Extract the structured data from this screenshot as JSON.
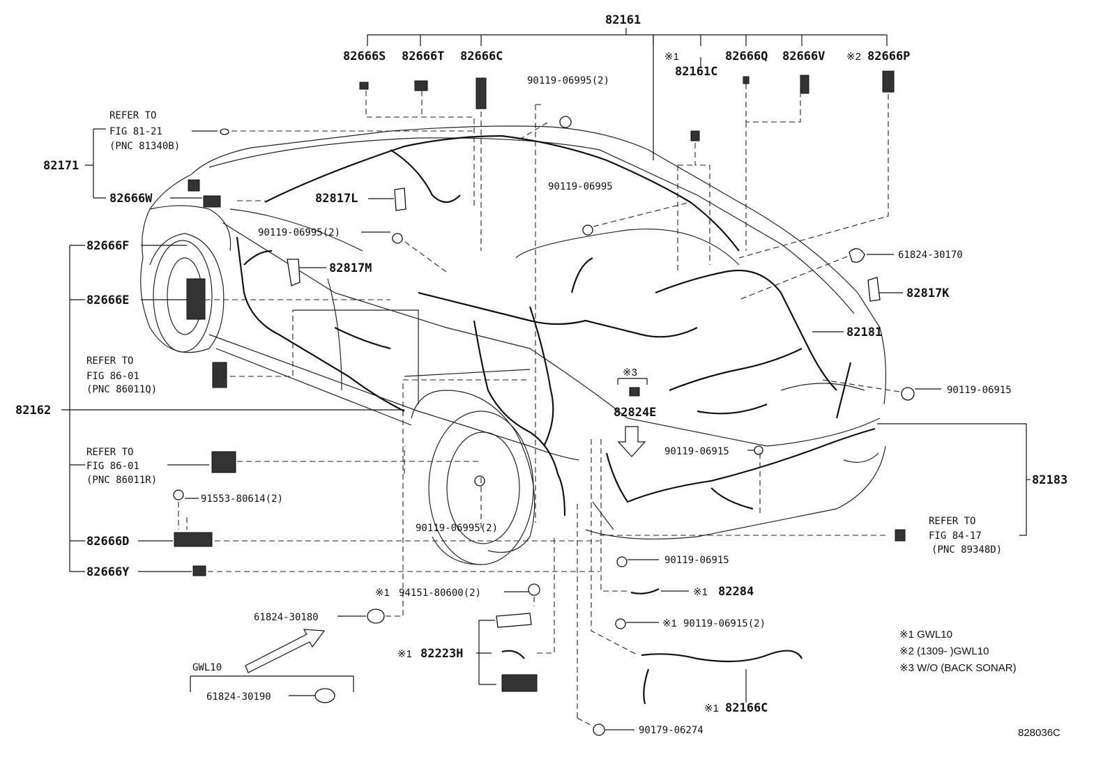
{
  "labels": {
    "p82161": "82161",
    "p82666S": "82666S",
    "p82666T": "82666T",
    "p82666C": "82666C",
    "p82666Q": "82666Q",
    "p82666V": "82666V",
    "mark2_82666P": "※2",
    "p82666P": "82666P",
    "mark1_82161C": "※1",
    "p82161C": "82161C",
    "b90119_06995_2_top": "90119-06995(2)",
    "b90119_06995_mid": "90119-06995",
    "b90119_06995_2_left": "90119-06995(2)",
    "b90119_06995_2_bottom": "90119-06995(2)",
    "refer1_line1": "REFER TO",
    "refer1_line2": "FIG 81-21",
    "refer1_line3": "(PNC 81340B)",
    "p82171": "82171",
    "p82666W": "82666W",
    "p82817L": "82817L",
    "p82666F": "82666F",
    "p82817M": "82817M",
    "p82666E": "82666E",
    "refer2_line1": "REFER TO",
    "refer2_line2": "FIG 86-01",
    "refer2_line3": "(PNC 86011Q)",
    "p82162": "82162",
    "refer3_line1": "REFER TO",
    "refer3_line2": "FIG 86-01",
    "refer3_line3": "(PNC 86011R)",
    "b91553": "91553-80614(2)",
    "p82666D": "82666D",
    "p82666Y": "82666Y",
    "mark1_94151": "※1",
    "b94151": "94151-80600(2)",
    "c61824_30180": "61824-30180",
    "gwl10_label": "GWL10",
    "c61824_30190": "61824-30190",
    "mark1_82223H": "※1",
    "p82223H": "82223H",
    "c90179": "90179-06274",
    "mark1_82166C": "※1",
    "p82166C": "82166C",
    "mark1_90119_2": "※1",
    "b90119_06915_2": "90119-06915(2)",
    "mark1_82284": "※1",
    "p82284": "82284",
    "b90119_06915_low": "90119-06915",
    "refer4_line1": "REFER TO",
    "refer4_line2": "FIG 84-17",
    "refer4_line3": "(PNC 89348D)",
    "p82183": "82183",
    "b90119_06915_right": "90119-06915",
    "b90119_06915_center": "90119-06915",
    "mark3": "※3",
    "p82824E": "82824E",
    "p82181": "82181",
    "p82817K": "82817K",
    "c61824_30170": "61824-30170",
    "note1": "※1 GWL10",
    "note2": "※2 (1309-      )GWL10",
    "note3": "※3 W/O (BACK SONAR)",
    "figure_id": "828036C"
  }
}
